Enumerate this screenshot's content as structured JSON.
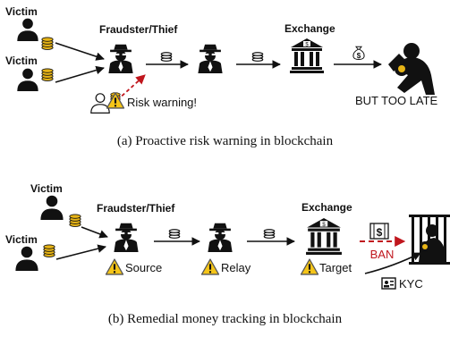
{
  "panel_a": {
    "victim_label_1": "Victim",
    "victim_label_2": "Victim",
    "fraudster_label": "Fraudster/Thief",
    "exchange_label": "Exchange",
    "risk_warning_label": "Risk warning!",
    "outcome_label": "BUT TOO LATE",
    "money_bag_symbol": "$",
    "caption": "(a)  Proactive risk warning in blockchain"
  },
  "panel_b": {
    "victim_label_1": "Victim",
    "victim_label_2": "Victim",
    "fraudster_label": "Fraudster/Thief",
    "exchange_label": "Exchange",
    "source_label": "Source",
    "relay_label": "Relay",
    "target_label": "Target",
    "ban_label": "BAN",
    "kyc_label": "KYC",
    "caption": "(b)  Remedial money tracking in blockchain"
  },
  "colors": {
    "figure": "#111111",
    "coin": "#e7b416",
    "warning": "#f5c518",
    "ban": "#c0161d"
  }
}
